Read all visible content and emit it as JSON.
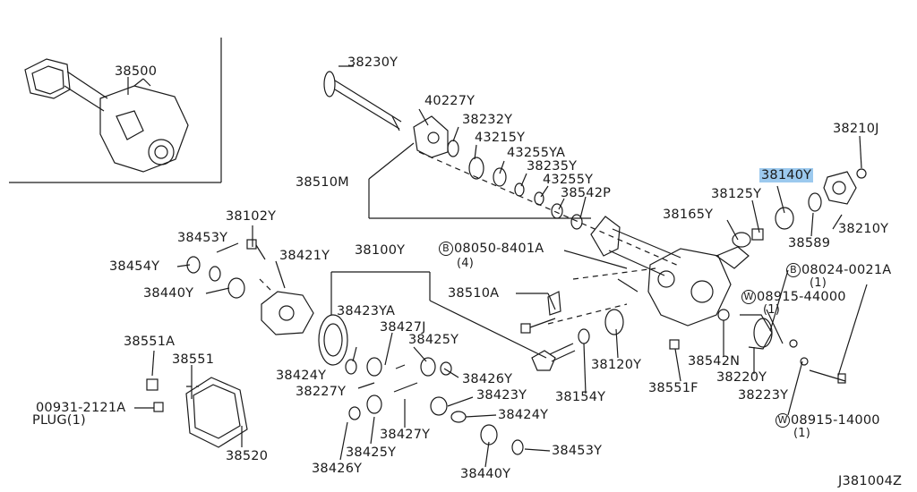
{
  "inset_label": "38500",
  "doc_code": "J381004Z",
  "parts": [
    {
      "id": "p38230Y",
      "text": "38230Y"
    },
    {
      "id": "p40227Y",
      "text": "40227Y"
    },
    {
      "id": "p38232Y",
      "text": "38232Y"
    },
    {
      "id": "p43215Y",
      "text": "43215Y"
    },
    {
      "id": "p43255YA",
      "text": "43255YA"
    },
    {
      "id": "p38235Y",
      "text": "38235Y"
    },
    {
      "id": "p43255Y",
      "text": "43255Y"
    },
    {
      "id": "p38542P",
      "text": "38542P"
    },
    {
      "id": "p38510M",
      "text": "38510M"
    },
    {
      "id": "p38210J",
      "text": "38210J"
    },
    {
      "id": "p38140Y",
      "text": "38140Y"
    },
    {
      "id": "p38125Y",
      "text": "38125Y"
    },
    {
      "id": "p38165Y",
      "text": "38165Y"
    },
    {
      "id": "p38210Y",
      "text": "38210Y"
    },
    {
      "id": "p38589",
      "text": "38589"
    },
    {
      "id": "p38102Y",
      "text": "38102Y"
    },
    {
      "id": "p38453Y_a",
      "text": "38453Y"
    },
    {
      "id": "p38454Y",
      "text": "38454Y"
    },
    {
      "id": "p38440Y_a",
      "text": "38440Y"
    },
    {
      "id": "p38421Y",
      "text": "38421Y"
    },
    {
      "id": "p38100Y",
      "text": "38100Y"
    },
    {
      "id": "p08050_qty",
      "text": "(4)"
    },
    {
      "id": "p38510A",
      "text": "38510A"
    },
    {
      "id": "p08024_qty",
      "text": "(1)"
    },
    {
      "id": "p08915_44_qty",
      "text": "(1)"
    },
    {
      "id": "p38423YA",
      "text": "38423YA"
    },
    {
      "id": "p38427J",
      "text": "38427J"
    },
    {
      "id": "p38425Y_a",
      "text": "38425Y"
    },
    {
      "id": "p38424Y_a",
      "text": "38424Y"
    },
    {
      "id": "p38227Y",
      "text": "38227Y"
    },
    {
      "id": "p38426Y_a",
      "text": "38426Y"
    },
    {
      "id": "p38423Y",
      "text": "38423Y"
    },
    {
      "id": "p38424Y_b",
      "text": "38424Y"
    },
    {
      "id": "p38154Y",
      "text": "38154Y"
    },
    {
      "id": "p38120Y",
      "text": "38120Y"
    },
    {
      "id": "p38542N",
      "text": "38542N"
    },
    {
      "id": "p38220Y",
      "text": "38220Y"
    },
    {
      "id": "p38551F",
      "text": "38551F"
    },
    {
      "id": "p38223Y",
      "text": "38223Y"
    },
    {
      "id": "p38551A",
      "text": "38551A"
    },
    {
      "id": "p38551",
      "text": "38551"
    },
    {
      "id": "p00931",
      "text": "00931-2121A"
    },
    {
      "id": "p_plug",
      "text": "PLUG(1)"
    },
    {
      "id": "p38520",
      "text": "38520"
    },
    {
      "id": "p38427Y",
      "text": "38427Y"
    },
    {
      "id": "p38425Y_b",
      "text": "38425Y"
    },
    {
      "id": "p38426Y_b",
      "text": "38426Y"
    },
    {
      "id": "p38440Y_b",
      "text": "38440Y"
    },
    {
      "id": "p38453Y_b",
      "text": "38453Y"
    },
    {
      "id": "p08915_14_qty",
      "text": "(1)"
    }
  ],
  "circled_parts": [
    {
      "id": "c08050",
      "badge": "B",
      "text": "08050-8401A"
    },
    {
      "id": "c08024",
      "badge": "B",
      "text": "08024-0021A"
    },
    {
      "id": "c08915_44",
      "badge": "W",
      "text": "08915-44000"
    },
    {
      "id": "c08915_14",
      "badge": "W",
      "text": "08915-14000"
    }
  ],
  "highlight_color": "#9cc9ee"
}
